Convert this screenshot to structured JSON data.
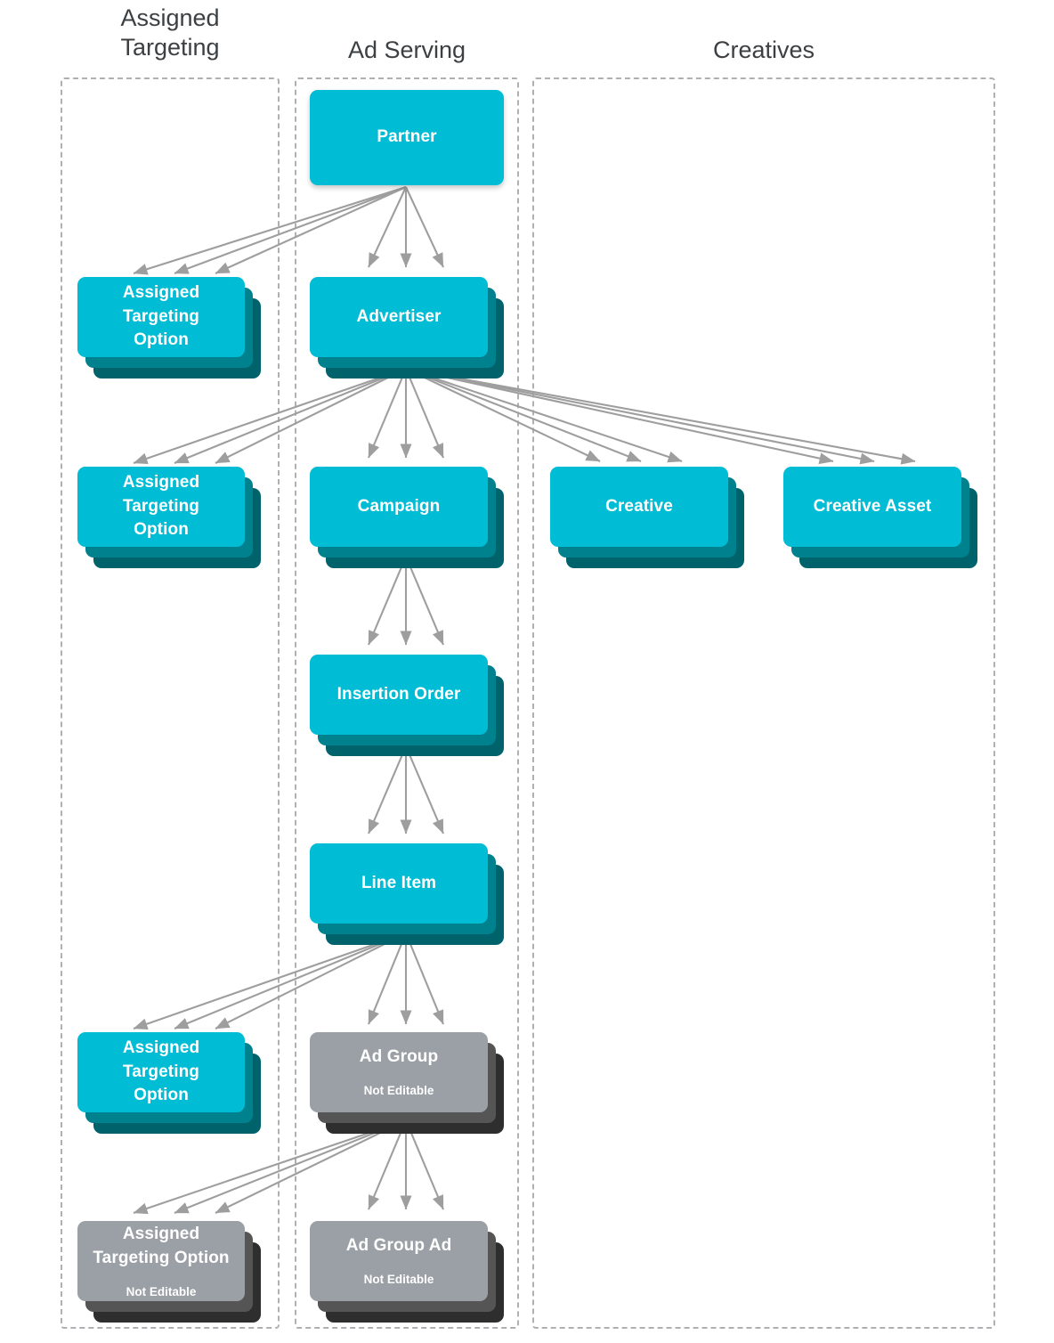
{
  "diagram": {
    "title_hidden": "",
    "columns": [
      {
        "id": "assigned-targeting",
        "label": "Assigned\nTargeting",
        "label_line1": "Assigned",
        "label_line2": "Targeting"
      },
      {
        "id": "ad-serving",
        "label": "Ad Serving"
      },
      {
        "id": "creatives",
        "label": "Creatives"
      }
    ],
    "colors": {
      "node_cyan_front": "#00bcd4",
      "node_cyan_mid": "#00818e",
      "node_cyan_back": "#00626b",
      "node_gray_front": "#9aa0a6",
      "node_gray_mid": "#555555",
      "node_gray_back": "#2e2e2e",
      "lane_border": "#aeb0b3",
      "arrow": "#9e9e9e",
      "header_text": "#3c4043",
      "node_text": "#ffffff",
      "background": "#ffffff"
    },
    "not_editable_label": "Not Editable",
    "nodes": [
      {
        "id": "partner",
        "title": "Partner",
        "sub": "",
        "kind": "cyan",
        "stacked": false,
        "column": "ad-serving"
      },
      {
        "id": "assigned-targeting-option-partner",
        "title": "Assigned\nTargeting\nOption",
        "line1": "Assigned",
        "line2": "Targeting",
        "line3": "Option",
        "sub": "",
        "kind": "cyan",
        "stacked": true,
        "column": "assigned-targeting"
      },
      {
        "id": "advertiser",
        "title": "Advertiser",
        "sub": "",
        "kind": "cyan",
        "stacked": true,
        "column": "ad-serving"
      },
      {
        "id": "assigned-targeting-option-advertiser",
        "title": "Assigned\nTargeting\nOption",
        "line1": "Assigned",
        "line2": "Targeting",
        "line3": "Option",
        "sub": "",
        "kind": "cyan",
        "stacked": true,
        "column": "assigned-targeting"
      },
      {
        "id": "campaign",
        "title": "Campaign",
        "sub": "",
        "kind": "cyan",
        "stacked": true,
        "column": "ad-serving"
      },
      {
        "id": "creative",
        "title": "Creative",
        "sub": "",
        "kind": "cyan",
        "stacked": true,
        "column": "creatives"
      },
      {
        "id": "creative-asset",
        "title": "Creative Asset",
        "sub": "",
        "kind": "cyan",
        "stacked": true,
        "column": "creatives"
      },
      {
        "id": "insertion-order",
        "title": "Insertion Order",
        "sub": "",
        "kind": "cyan",
        "stacked": true,
        "column": "ad-serving"
      },
      {
        "id": "line-item",
        "title": "Line Item",
        "sub": "",
        "kind": "cyan",
        "stacked": true,
        "column": "ad-serving"
      },
      {
        "id": "assigned-targeting-option-lineitem",
        "title": "Assigned\nTargeting\nOption",
        "line1": "Assigned",
        "line2": "Targeting",
        "line3": "Option",
        "sub": "",
        "kind": "cyan",
        "stacked": true,
        "column": "assigned-targeting"
      },
      {
        "id": "ad-group",
        "title": "Ad Group",
        "sub": "Not Editable",
        "kind": "gray",
        "stacked": true,
        "column": "ad-serving"
      },
      {
        "id": "assigned-targeting-option-adgroup",
        "title": "Assigned\nTargeting Option",
        "line1": "Assigned",
        "line2": "Targeting Option",
        "sub": "Not Editable",
        "kind": "gray",
        "stacked": true,
        "column": "assigned-targeting"
      },
      {
        "id": "ad-group-ad",
        "title": "Ad Group Ad",
        "sub": "Not Editable",
        "kind": "gray",
        "stacked": true,
        "column": "ad-serving"
      }
    ],
    "edges": [
      {
        "from": "partner",
        "to": "assigned-targeting-option-partner",
        "multiplicity": 3
      },
      {
        "from": "partner",
        "to": "advertiser",
        "multiplicity": 3
      },
      {
        "from": "advertiser",
        "to": "assigned-targeting-option-advertiser",
        "multiplicity": 3
      },
      {
        "from": "advertiser",
        "to": "campaign",
        "multiplicity": 3
      },
      {
        "from": "advertiser",
        "to": "creative",
        "multiplicity": 3
      },
      {
        "from": "advertiser",
        "to": "creative-asset",
        "multiplicity": 3
      },
      {
        "from": "campaign",
        "to": "insertion-order",
        "multiplicity": 3
      },
      {
        "from": "insertion-order",
        "to": "line-item",
        "multiplicity": 3
      },
      {
        "from": "line-item",
        "to": "assigned-targeting-option-lineitem",
        "multiplicity": 3
      },
      {
        "from": "line-item",
        "to": "ad-group",
        "multiplicity": 3
      },
      {
        "from": "ad-group",
        "to": "assigned-targeting-option-adgroup",
        "multiplicity": 3
      },
      {
        "from": "ad-group",
        "to": "ad-group-ad",
        "multiplicity": 3
      }
    ]
  }
}
